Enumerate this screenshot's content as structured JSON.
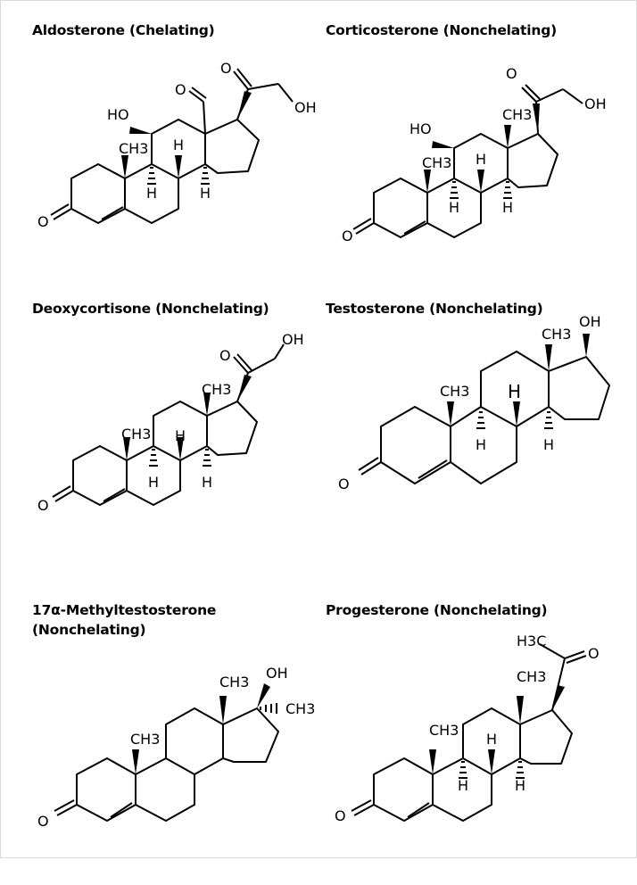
{
  "panels": [
    {
      "title": "Aldosterone (Chelating)"
    },
    {
      "title": "Corticosterone (Nonchelating)"
    },
    {
      "title": "Deoxycortisone (Nonchelating)"
    },
    {
      "title": "Testosterone (Nonchelating)"
    },
    {
      "title": "17α-Methyltestosterone",
      "title2": "(Nonchelating)"
    },
    {
      "title": "Progesterone (Nonchelating)"
    }
  ],
  "atoms": {
    "O": "O",
    "H": "H",
    "HO": "HO",
    "OH": "OH",
    "CH3": "CH3",
    "H3C": "H3C"
  }
}
